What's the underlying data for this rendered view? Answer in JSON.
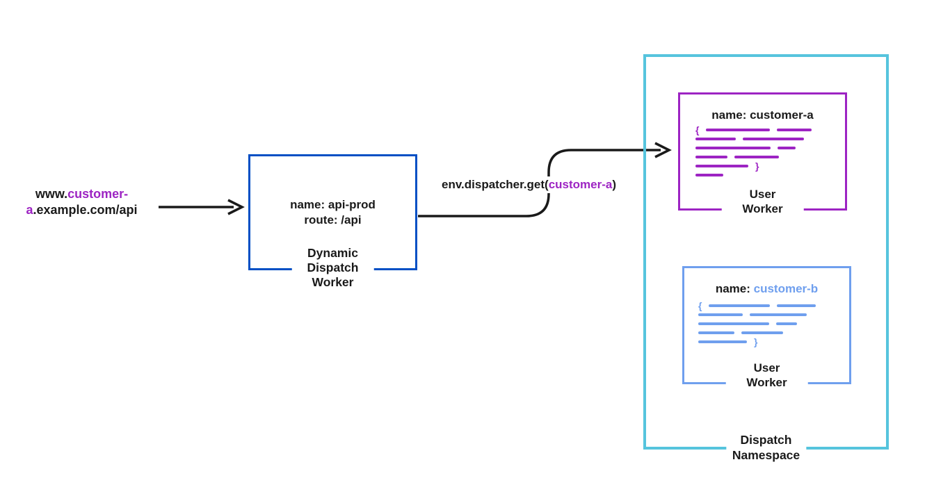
{
  "diagram": {
    "url": {
      "line1_black": "www.",
      "line1_purple": "customer-",
      "line2_purple": "a",
      "line2_black": ".example.com/api"
    },
    "dispatch_worker": {
      "name_line": "name: api-prod",
      "route_line": "route: /api",
      "label": "Dynamic\nDispatch Worker"
    },
    "dispatcher_call": {
      "prefix": "env.dispatcher.get(",
      "arg": "customer-a",
      "suffix": ")"
    },
    "namespace": {
      "label": "Dispatch\nNamespace"
    },
    "worker_a": {
      "title": "name: customer-a",
      "label": "User Worker",
      "code": {
        "rows": [
          {
            "prefix": "{",
            "segments": [
              92,
              50
            ]
          },
          {
            "segments": [
              58,
              88
            ]
          },
          {
            "segments": [
              108,
              26
            ]
          },
          {
            "segments": [
              46,
              64
            ]
          },
          {
            "segments": [
              76
            ],
            "suffix": "}"
          },
          {
            "segments": [
              40
            ]
          }
        ]
      }
    },
    "worker_b": {
      "title_prefix": "name: ",
      "title_name": "customer-b",
      "label": "User Worker",
      "code": {
        "rows": [
          {
            "prefix": "{",
            "segments": [
              88,
              56
            ]
          },
          {
            "segments": [
              64,
              82
            ]
          },
          {
            "segments": [
              102,
              30
            ]
          },
          {
            "segments": [
              52,
              60
            ]
          },
          {
            "segments": [
              70
            ],
            "suffix": "}"
          }
        ]
      }
    },
    "colors": {
      "blue": "#004fc4",
      "purple": "#9d24c3",
      "cyan": "#56c4dd",
      "light_blue": "#6f9fee",
      "ink": "#1a1a1a"
    }
  }
}
